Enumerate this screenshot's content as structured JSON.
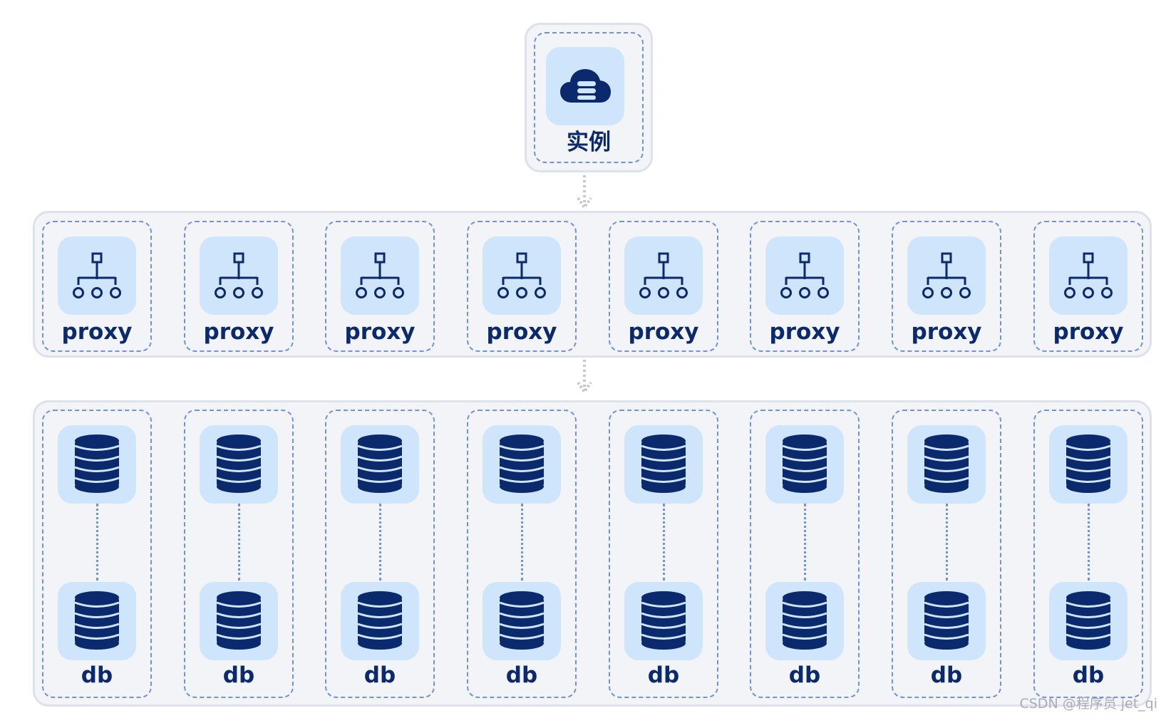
{
  "diagram": {
    "instance": {
      "label": "实例",
      "icon": "cloud-database-icon"
    },
    "proxy_nodes": [
      {
        "label": "proxy",
        "icon": "hierarchy-icon"
      },
      {
        "label": "proxy",
        "icon": "hierarchy-icon"
      },
      {
        "label": "proxy",
        "icon": "hierarchy-icon"
      },
      {
        "label": "proxy",
        "icon": "hierarchy-icon"
      },
      {
        "label": "proxy",
        "icon": "hierarchy-icon"
      },
      {
        "label": "proxy",
        "icon": "hierarchy-icon"
      },
      {
        "label": "proxy",
        "icon": "hierarchy-icon"
      },
      {
        "label": "proxy",
        "icon": "hierarchy-icon"
      }
    ],
    "db_nodes": [
      {
        "label": "db",
        "icon": "database-icon"
      },
      {
        "label": "db",
        "icon": "database-icon"
      },
      {
        "label": "db",
        "icon": "database-icon"
      },
      {
        "label": "db",
        "icon": "database-icon"
      },
      {
        "label": "db",
        "icon": "database-icon"
      },
      {
        "label": "db",
        "icon": "database-icon"
      },
      {
        "label": "db",
        "icon": "database-icon"
      },
      {
        "label": "db",
        "icon": "database-icon"
      }
    ]
  },
  "watermark": "CSDN @程序员 jet_qi",
  "colors": {
    "panel_fill": "#f3f4f8",
    "panel_border": "#dde1ea",
    "dash": "#6f93e3",
    "tile": "#cfe5fb",
    "icon": "#0b2a6d",
    "connector": "#c2c7d0",
    "watermark": "#a7acb6"
  }
}
